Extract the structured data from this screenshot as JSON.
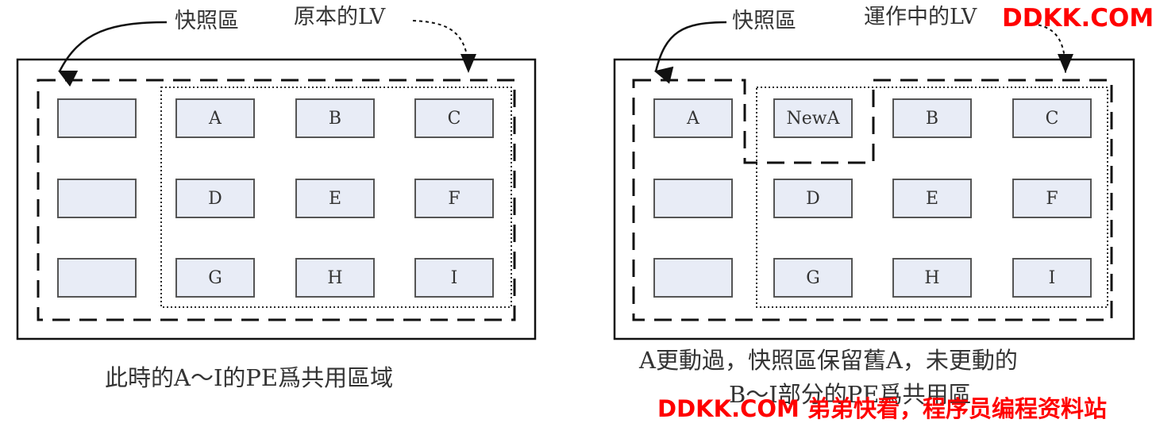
{
  "left_panel": {
    "snapshot_label": "快照區",
    "lv_label": "原本的LV",
    "blocks": [
      [
        "",
        "A",
        "B",
        "C"
      ],
      [
        "",
        "D",
        "E",
        "F"
      ],
      [
        "",
        "G",
        "H",
        "I"
      ]
    ],
    "caption": "此時的A～I的PE爲共用區域"
  },
  "right_panel": {
    "snapshot_label": "快照區",
    "lv_label": "運作中的LV",
    "blocks": [
      [
        "A",
        "NewA",
        "B",
        "C"
      ],
      [
        "",
        "D",
        "E",
        "F"
      ],
      [
        "",
        "G",
        "H",
        "I"
      ]
    ],
    "caption_line1": "A更動過，快照區保留舊A，未更動的",
    "caption_line2": "B～I部分的PE爲共用區"
  },
  "watermark": {
    "top_right": "DDKK.COM",
    "bottom": "DDKK.COM 弟弟快看，程序员编程资料站",
    "color": "#ff0000"
  }
}
